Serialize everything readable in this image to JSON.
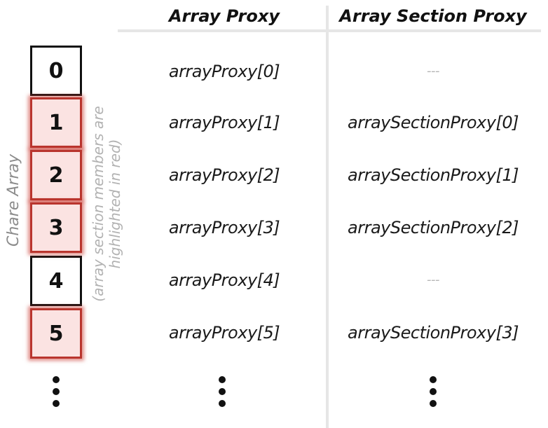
{
  "headers": {
    "array_proxy": "Array Proxy",
    "array_section_proxy": "Array Section Proxy"
  },
  "labels": {
    "chare_array": "Chare Array",
    "section_note_line1": "(array section members are",
    "section_note_line2": "highlighted in red)"
  },
  "rows": [
    {
      "index": "0",
      "highlighted": false,
      "array_proxy": "arrayProxy[0]",
      "section_proxy": "---"
    },
    {
      "index": "1",
      "highlighted": true,
      "array_proxy": "arrayProxy[1]",
      "section_proxy": "arraySectionProxy[0]"
    },
    {
      "index": "2",
      "highlighted": true,
      "array_proxy": "arrayProxy[2]",
      "section_proxy": "arraySectionProxy[1]"
    },
    {
      "index": "3",
      "highlighted": true,
      "array_proxy": "arrayProxy[3]",
      "section_proxy": "arraySectionProxy[2]"
    },
    {
      "index": "4",
      "highlighted": false,
      "array_proxy": "arrayProxy[4]",
      "section_proxy": "---"
    },
    {
      "index": "5",
      "highlighted": true,
      "array_proxy": "arrayProxy[5]",
      "section_proxy": "arraySectionProxy[3]"
    }
  ],
  "colors": {
    "highlight_border": "#b9352e",
    "highlight_fill": "#fbe3e2",
    "divider": "#e6e6e6"
  }
}
